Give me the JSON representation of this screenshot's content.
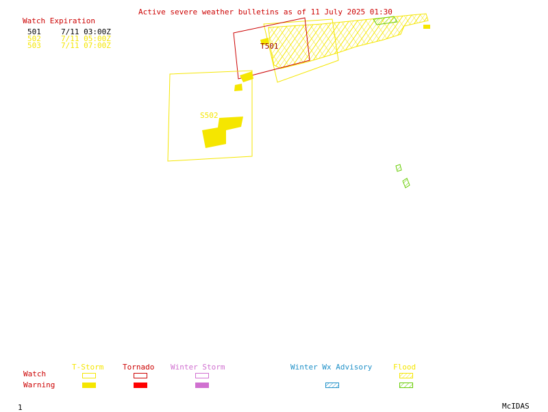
{
  "title": "Active severe weather bulletins as of 11 July 2025 01:30",
  "watch_table": {
    "header": "Watch Expiration",
    "rows": [
      {
        "id": "501",
        "expires": "7/11 03:00Z",
        "color": "#000000"
      },
      {
        "id": "502",
        "expires": "7/11 05:00Z",
        "color": "#f5e600"
      },
      {
        "id": "503",
        "expires": "7/11 07:00Z",
        "color": "#f5e600"
      }
    ]
  },
  "map_labels": {
    "tornado_watch": "T501",
    "severe_watch": "S502"
  },
  "legend": {
    "row_watch": "Watch",
    "row_warning": "Warning",
    "categories": [
      {
        "label": "T-Storm",
        "color": "#f5e600",
        "watch": "outline",
        "warning": "fill"
      },
      {
        "label": "Tornado",
        "color": "#ff0000",
        "watch": "outline",
        "warning": "fill"
      },
      {
        "label": "Winter Storm",
        "color": "#d070d0",
        "watch": "outline",
        "warning": "fill"
      },
      {
        "label": "Winter Wx Advisory",
        "color": "#1e90c8",
        "watch": "none",
        "warning": "hatch"
      },
      {
        "label": "Flood",
        "color": "#f5e600",
        "watch": "hatch",
        "warning": "hatch-green"
      }
    ]
  },
  "footer": {
    "frame_number": "1",
    "product": "McIDAS"
  },
  "colors": {
    "tornado": "#cc0000",
    "tstorm": "#f5e600",
    "flood": "#66cc00"
  }
}
